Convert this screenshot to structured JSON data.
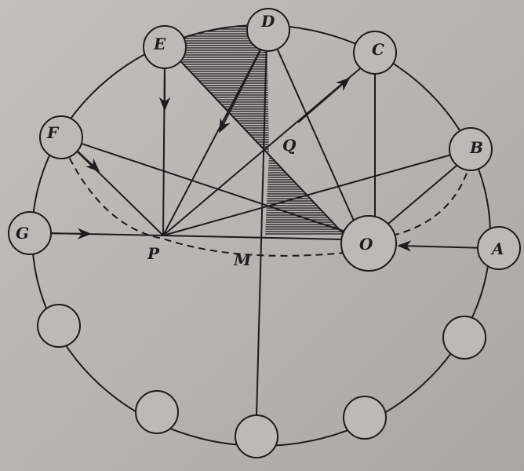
{
  "labels": {
    "D": "D",
    "E": "E",
    "C": "C",
    "F": "F",
    "B": "B",
    "Q": "Q",
    "G": "G",
    "P": "P",
    "M": "M",
    "O": "O",
    "A": "A"
  },
  "colors": {
    "ink": "#1e1c1c",
    "paper": "#bdbab5"
  }
}
